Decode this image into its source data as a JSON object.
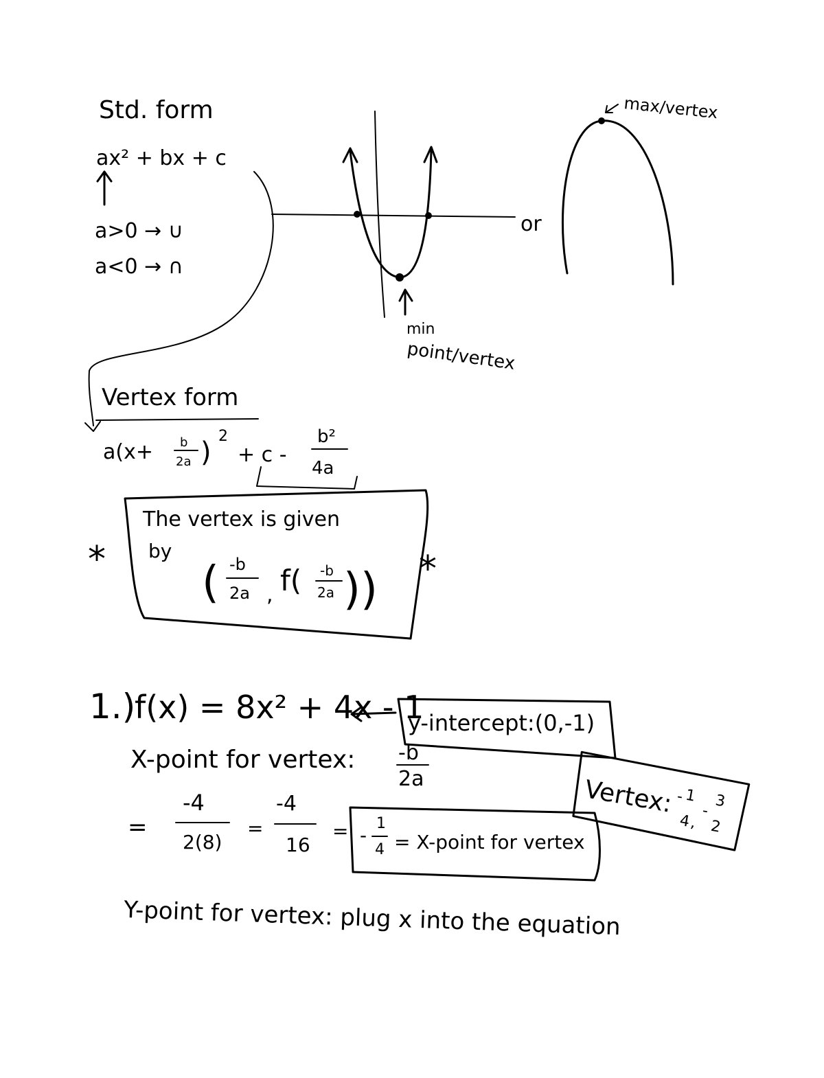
{
  "notes": {
    "std_form_title": "Std. form",
    "std_form_expr": "ax² + bx + c",
    "a_positive": "a>0 → ∪",
    "a_negative": "a<0 → ∩",
    "graph_or": "or",
    "min_label_1": "min",
    "min_label_2": "point/vertex",
    "max_label": "max/vertex",
    "vertex_form_title": "Vertex form",
    "vertex_form_a": "a(x+",
    "vertex_form_frac_num": "b",
    "vertex_form_frac_den": "2a",
    "vertex_form_exp": "2",
    "vertex_form_plus_c": "+ c -",
    "vertex_form_b2": "b²",
    "vertex_form_4a": "4a",
    "vertex_box_line1": "The vertex is given",
    "vertex_box_line2": "by",
    "vertex_box_coord_num": "-b",
    "vertex_box_coord_den": "2a",
    "vertex_box_f": "f(",
    "star": "*",
    "problem_label": "1.)",
    "problem_eq": "f(x) = 8x² + 4x - 1",
    "y_intercept": "y-intercept:(0,-1)",
    "x_point_label": "X-point for vertex:",
    "x_point_frac_num": "-b",
    "x_point_frac_den": "2a",
    "eq1": "=",
    "calc_num1": "-4",
    "calc_den1": "2(8)",
    "eq2": "=",
    "calc_num2": "-4",
    "calc_den2": "16",
    "eq3": "=",
    "result_box": "-1/4 = X-point for vertex",
    "result_box_num": "1",
    "result_box_den": "4",
    "result_box_text": "= X-point for vertex",
    "vertex_result": "Vertex: -1/4, -3/2",
    "vertex_result_label": "Vertex:",
    "vertex_result_x_num": "1",
    "vertex_result_x_den": "4",
    "vertex_result_y_num": "3",
    "vertex_result_y_den": "2",
    "y_point_line": "Y-point for vertex: plug x into the equation"
  }
}
